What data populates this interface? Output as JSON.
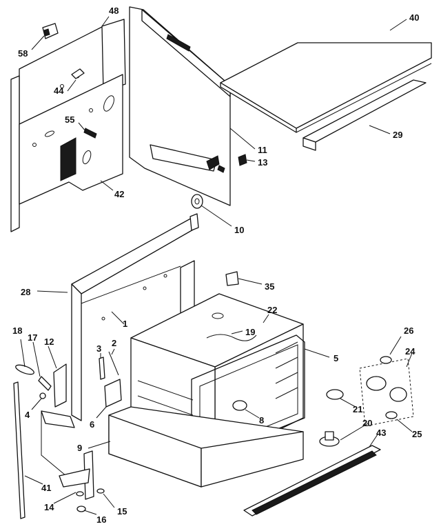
{
  "diagram": {
    "callouts": {
      "p48": "48",
      "p58": "58",
      "p44": "44",
      "p55": "55",
      "p42": "42",
      "p40": "40",
      "p29": "29",
      "p11": "11",
      "p13": "13",
      "p10": "10",
      "p28": "28",
      "p35": "35",
      "p1": "1",
      "p22": "22",
      "p19": "19",
      "p5": "5",
      "p26": "26",
      "p24": "24",
      "p18": "18",
      "p17": "17",
      "p12": "12",
      "p3": "3",
      "p2": "2",
      "p4": "4",
      "p6": "6",
      "p8": "8",
      "p21": "21",
      "p20": "20",
      "p25": "25",
      "p9": "9",
      "p43": "43",
      "p41": "41",
      "p14": "14",
      "p15": "15",
      "p16": "16"
    }
  }
}
